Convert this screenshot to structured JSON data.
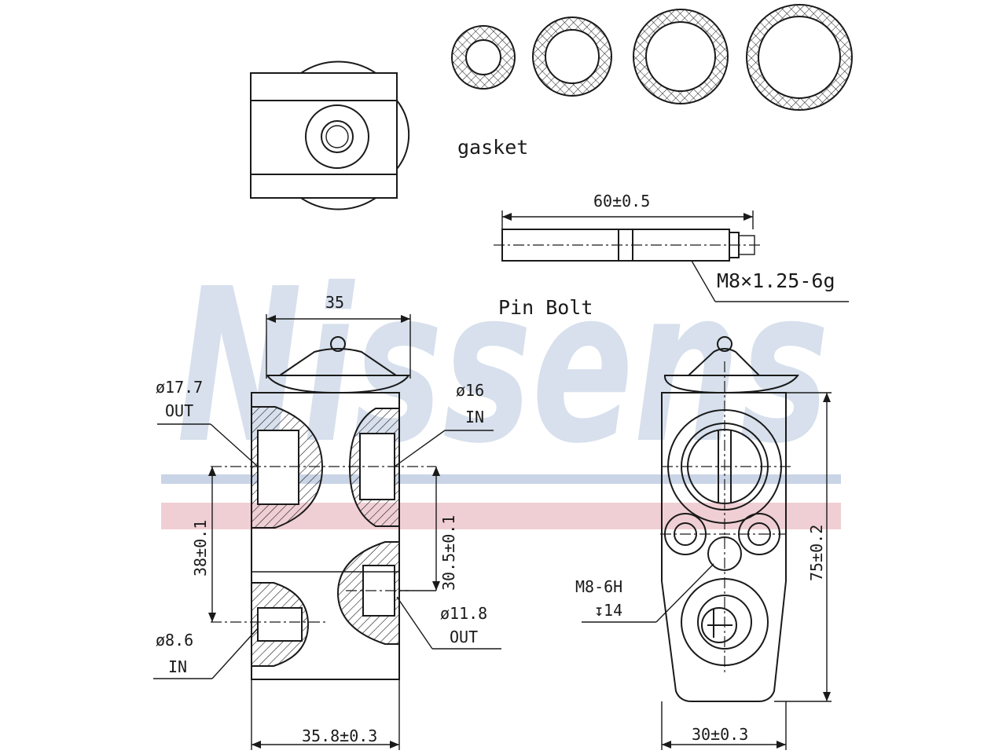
{
  "watermark": {
    "brand": "Nissens",
    "brand_color": "#d7e0ec",
    "stripe_blue": "#c9d4e6",
    "stripe_red": "#f0cfd4"
  },
  "labels": {
    "gasket": "gasket",
    "pin_bolt": "Pin Bolt",
    "pin_length": "60±0.5",
    "thread": "M8×1.25-6g",
    "top_width": "35",
    "out_dia_large": "ø17.7",
    "out_large": "OUT",
    "in_dia_large": "ø16",
    "in_large": "IN",
    "dim_38": "38±0.1",
    "dim_30_5": "30.5±0.1",
    "out_dia_small": "ø11.8",
    "out_small": "OUT",
    "in_dia_small": "ø8.6",
    "in_small": "IN",
    "width_35_8": "35.8±0.3",
    "thread_hole": "M8-6H",
    "thread_depth": "↧14",
    "height_75": "75±0.2",
    "width_30": "30±0.3"
  },
  "colors": {
    "ink": "#1a1a1a",
    "hatch": "#1a1a1a"
  }
}
